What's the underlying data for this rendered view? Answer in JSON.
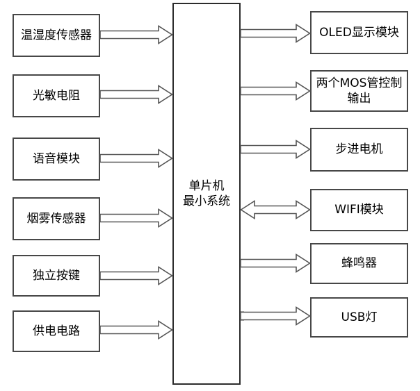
{
  "diagram": {
    "type": "block-diagram",
    "center": {
      "label_line1": "单片机",
      "label_line2": "最小系统",
      "full_label": "单片机最小系统"
    },
    "left_modules": [
      {
        "label": "温湿度传感器",
        "connection": "to-center",
        "arrow": "right"
      },
      {
        "label": "光敏电阻",
        "connection": "to-center",
        "arrow": "right"
      },
      {
        "label": "语音模块",
        "connection": "to-center",
        "arrow": "right"
      },
      {
        "label": "烟雾传感器",
        "connection": "to-center",
        "arrow": "right"
      },
      {
        "label": "独立按键",
        "connection": "to-center",
        "arrow": "right"
      },
      {
        "label": "供电电路",
        "connection": "to-center",
        "arrow": "right"
      }
    ],
    "right_modules": [
      {
        "label": "OLED显示模块",
        "connection": "from-center",
        "arrow": "right"
      },
      {
        "label": "两个MOS管控制输出",
        "connection": "from-center",
        "arrow": "right"
      },
      {
        "label": "步进电机",
        "connection": "from-center",
        "arrow": "right"
      },
      {
        "label": "WIFI模块",
        "connection": "bidirectional",
        "arrow": "both"
      },
      {
        "label": "蜂鸣器",
        "connection": "from-center",
        "arrow": "right"
      },
      {
        "label": "USB灯",
        "connection": "from-center",
        "arrow": "right"
      }
    ],
    "colors": {
      "background": "#ffffff",
      "box_border": "#474747",
      "arrow_outline": "#565656",
      "text": "#000000"
    }
  }
}
